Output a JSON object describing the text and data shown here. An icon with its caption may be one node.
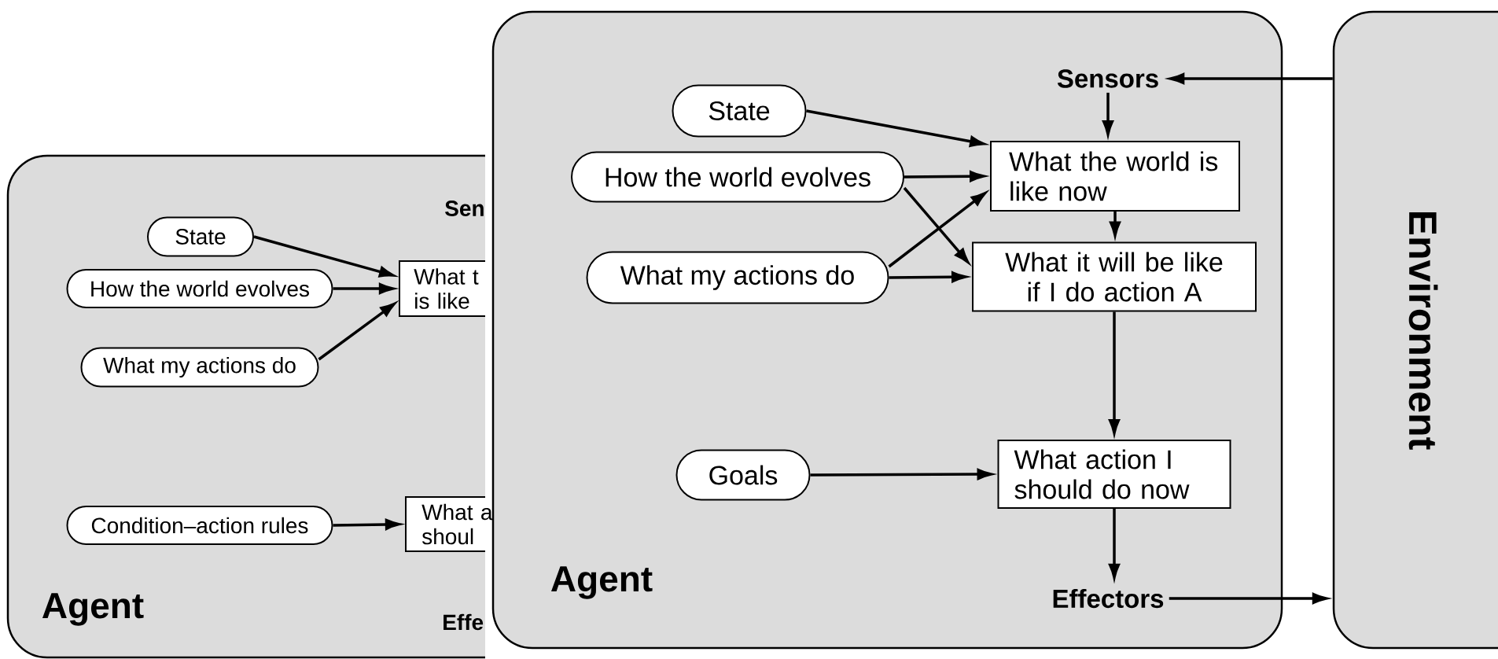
{
  "diagram": {
    "nodes": [
      {
        "text": [
          "Agent"
        ]
      },
      {
        "text": [
          "State"
        ],
        "in": 0
      },
      {
        "text": [
          "How the world evolves"
        ],
        "in": 0
      },
      {
        "text": [
          "What my actions do"
        ],
        "in": 0
      },
      {
        "text": [
          "What t is like"
        ],
        "in": 0
      },
      {
        "text": [
          "Condition–action rules"
        ],
        "in": 0
      },
      {
        "text": [
          "What a shoul"
        ],
        "in": 0
      },
      {
        "text": [
          "Agent"
        ]
      },
      {
        "text": [
          "Sensors"
        ],
        "in": 7
      },
      {
        "text": [
          "State"
        ],
        "in": 7
      },
      {
        "text": [
          "How the world evolves"
        ],
        "in": 7
      },
      {
        "text": [
          "What the world is like now"
        ],
        "in": 7
      },
      {
        "text": [
          "What my actions do"
        ],
        "in": 7
      },
      {
        "text": [
          "What it will be like if I do action A"
        ],
        "in": 7
      },
      {
        "text": [
          "Goals"
        ],
        "in": 7
      },
      {
        "text": [
          "What action I should do now"
        ],
        "in": 7
      },
      {
        "text": [
          "Effectors"
        ],
        "in": 7
      },
      {
        "text": [
          "Environment"
        ]
      }
    ],
    "edges": [
      {
        "from": 1,
        "to": 4,
        "arrow": "to"
      },
      {
        "from": 2,
        "to": 4,
        "arrow": "to"
      },
      {
        "from": 3,
        "to": 4,
        "arrow": "to"
      },
      {
        "from": 5,
        "to": 6,
        "arrow": "to"
      },
      {
        "from": 17,
        "to": 8,
        "arrow": "to"
      },
      {
        "from": 8,
        "to": 11,
        "arrow": "to"
      },
      {
        "from": 9,
        "to": 11,
        "arrow": "to"
      },
      {
        "from": 10,
        "to": 11,
        "arrow": "to"
      },
      {
        "from": 10,
        "to": 13,
        "arrow": "to"
      },
      {
        "from": 12,
        "to": 11,
        "arrow": "to"
      },
      {
        "from": 12,
        "to": 13,
        "arrow": "to"
      },
      {
        "from": 11,
        "to": 13,
        "arrow": "to"
      },
      {
        "from": 13,
        "to": 15,
        "arrow": "to"
      },
      {
        "from": 14,
        "to": 15,
        "arrow": "to"
      },
      {
        "from": 15,
        "to": 16,
        "arrow": "to"
      },
      {
        "from": 16,
        "to": 17,
        "arrow": "to"
      }
    ],
    "labels": [
      "Sen",
      "Effe"
    ]
  }
}
